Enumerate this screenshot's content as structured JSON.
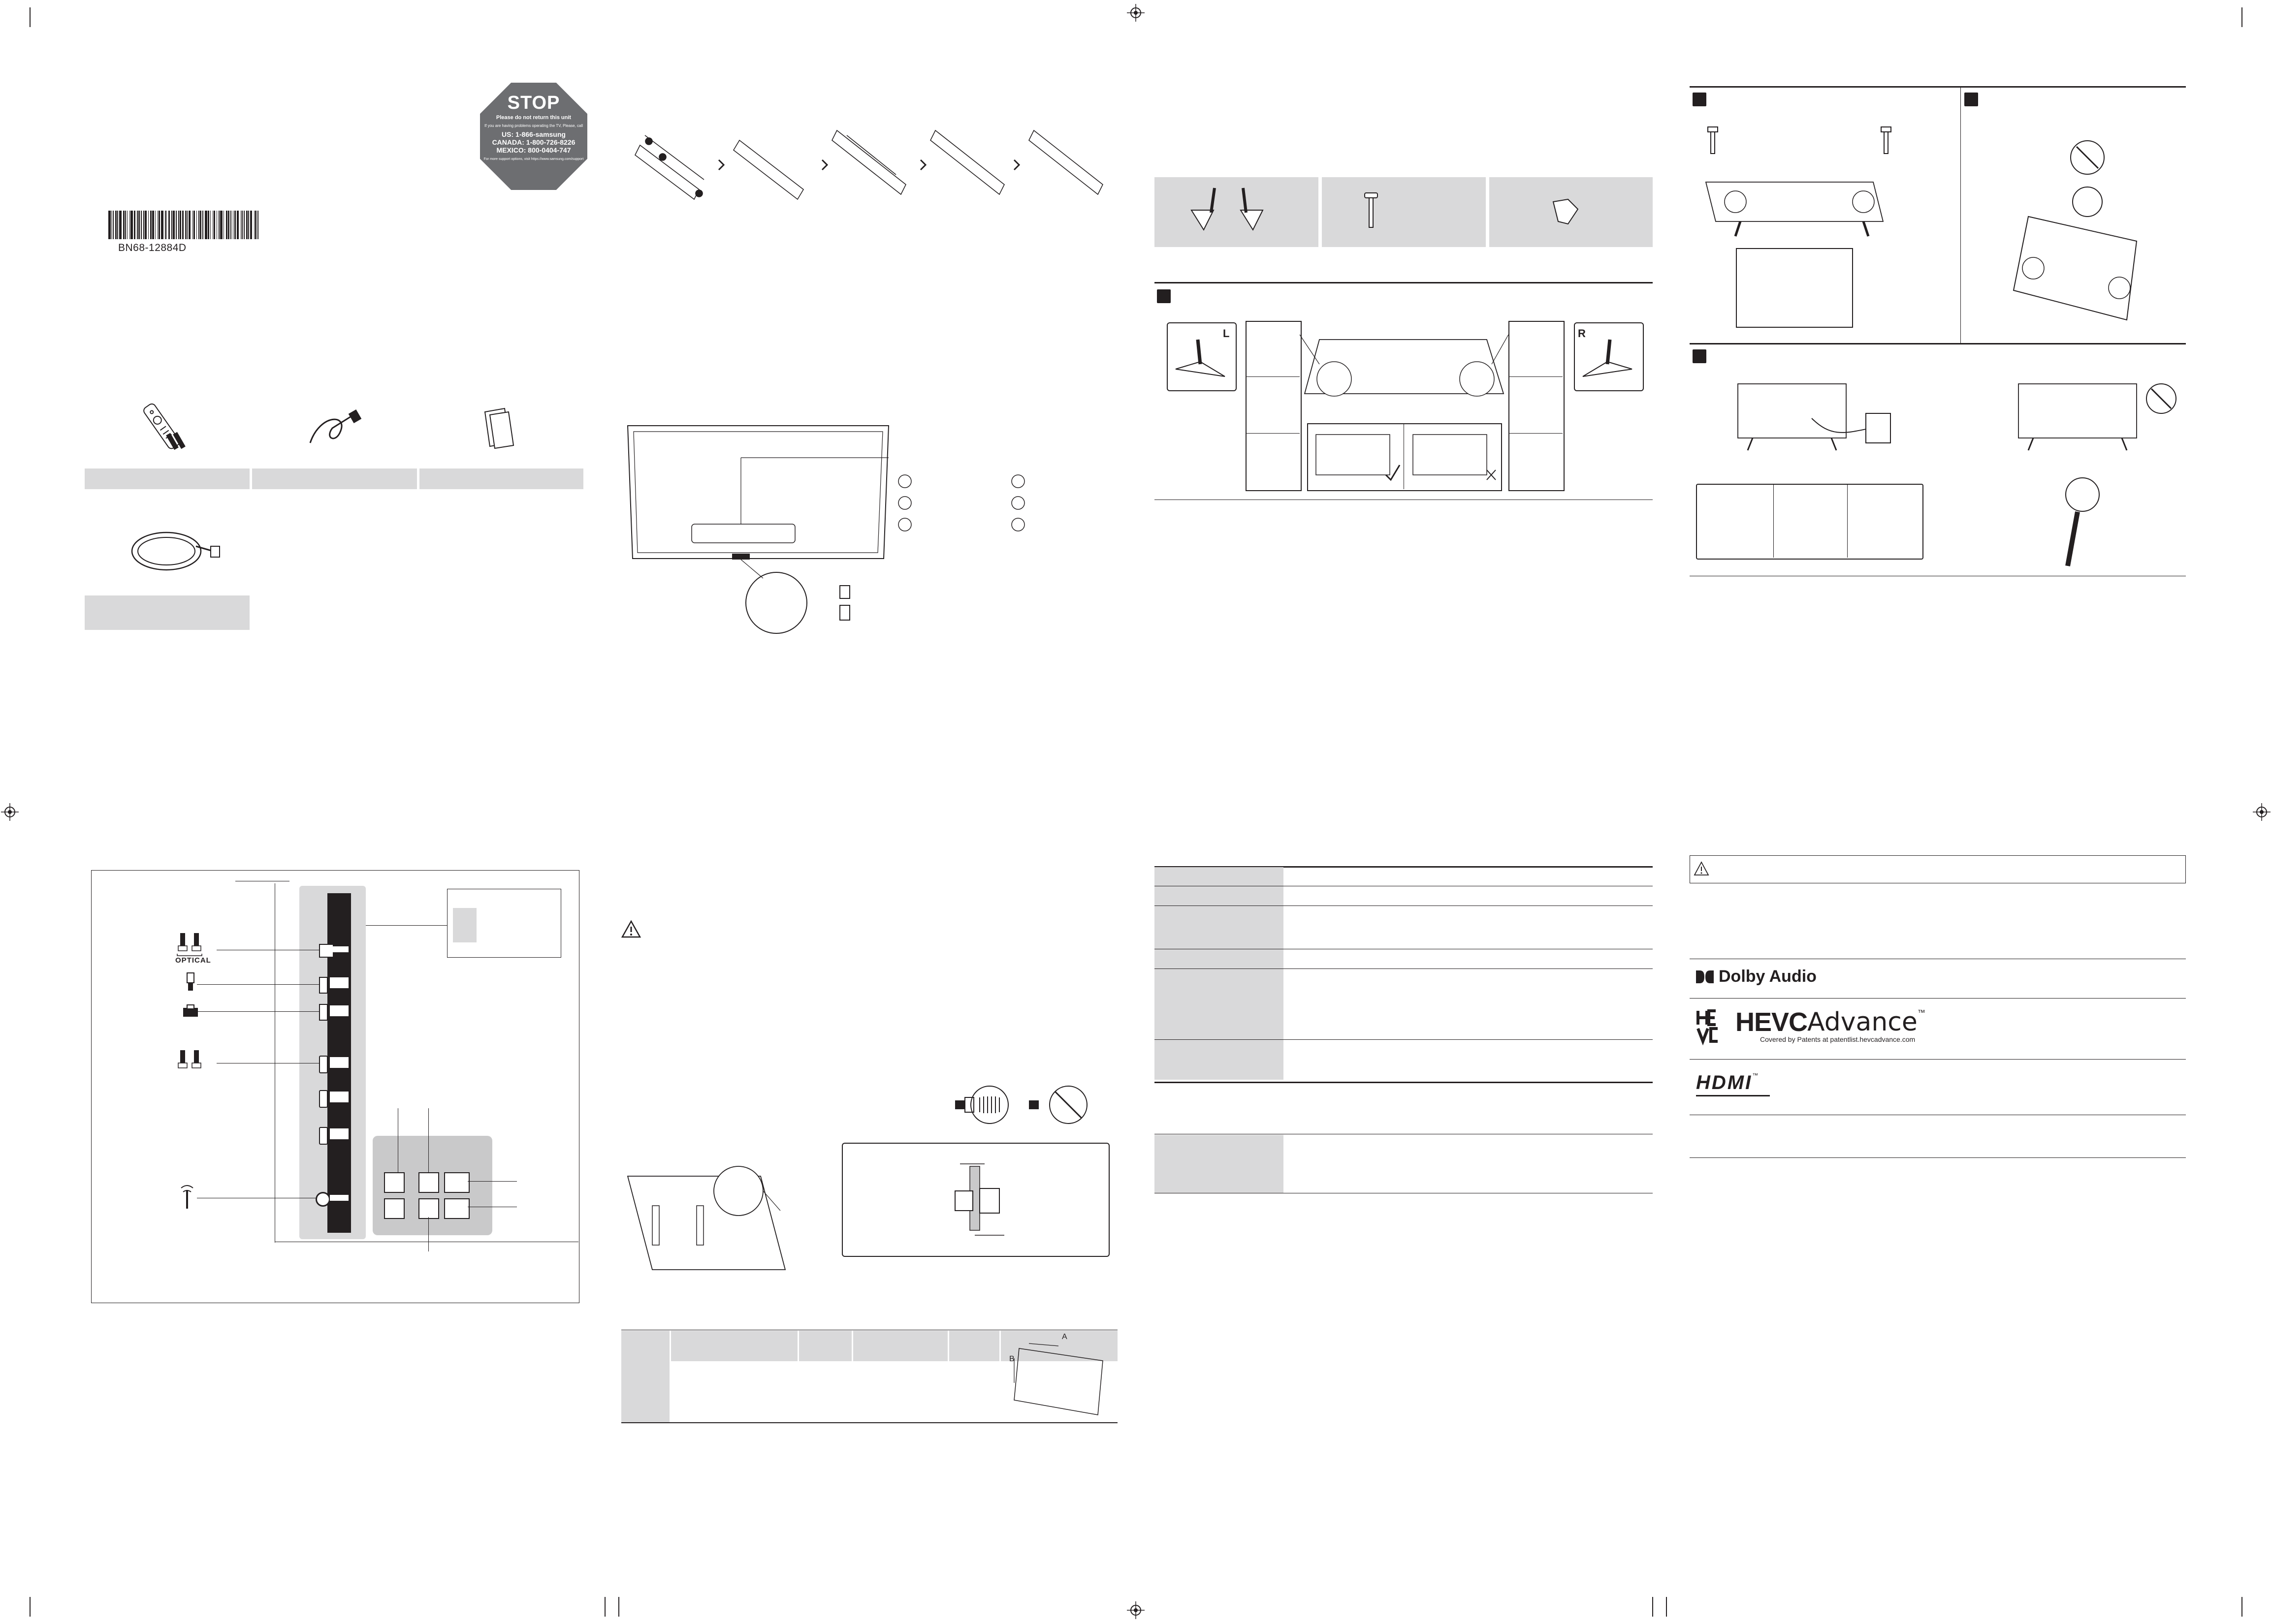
{
  "header": {
    "barcode_text": "BN68-12884D"
  },
  "stop_badge": {
    "title": "STOP",
    "line1": "Please do not return this unit",
    "line2": "If you are having problems operating the TV, Please, call",
    "us": "US: 1-866-samsung",
    "canada": "CANADA: 1-800-726-8226",
    "mexico": "MEXICO: 800-0404-747",
    "footer": "For more support options, visit https://www.samsung.com/support"
  },
  "connections": {
    "optical_label": "OPTICAL"
  },
  "step_badges": {
    "left_stand": "L",
    "right_stand": "R"
  },
  "logos": {
    "dolby": "Dolby Audio",
    "hevc_main": "HEVC",
    "hevc_script": "Advance",
    "hevc_tm": "™",
    "hevc_sub": "Covered by Patents at patentlist.hevcadvance.com",
    "hdmi": "HDMI",
    "hdmi_tm": "™"
  },
  "wall_table": {
    "dim_a": "A",
    "dim_b": "B"
  },
  "colors": {
    "ink": "#231f20",
    "panel_gray": "#d9d9da",
    "stop_gray": "#6d6e71",
    "connector_gray": "#c9c9ca"
  }
}
